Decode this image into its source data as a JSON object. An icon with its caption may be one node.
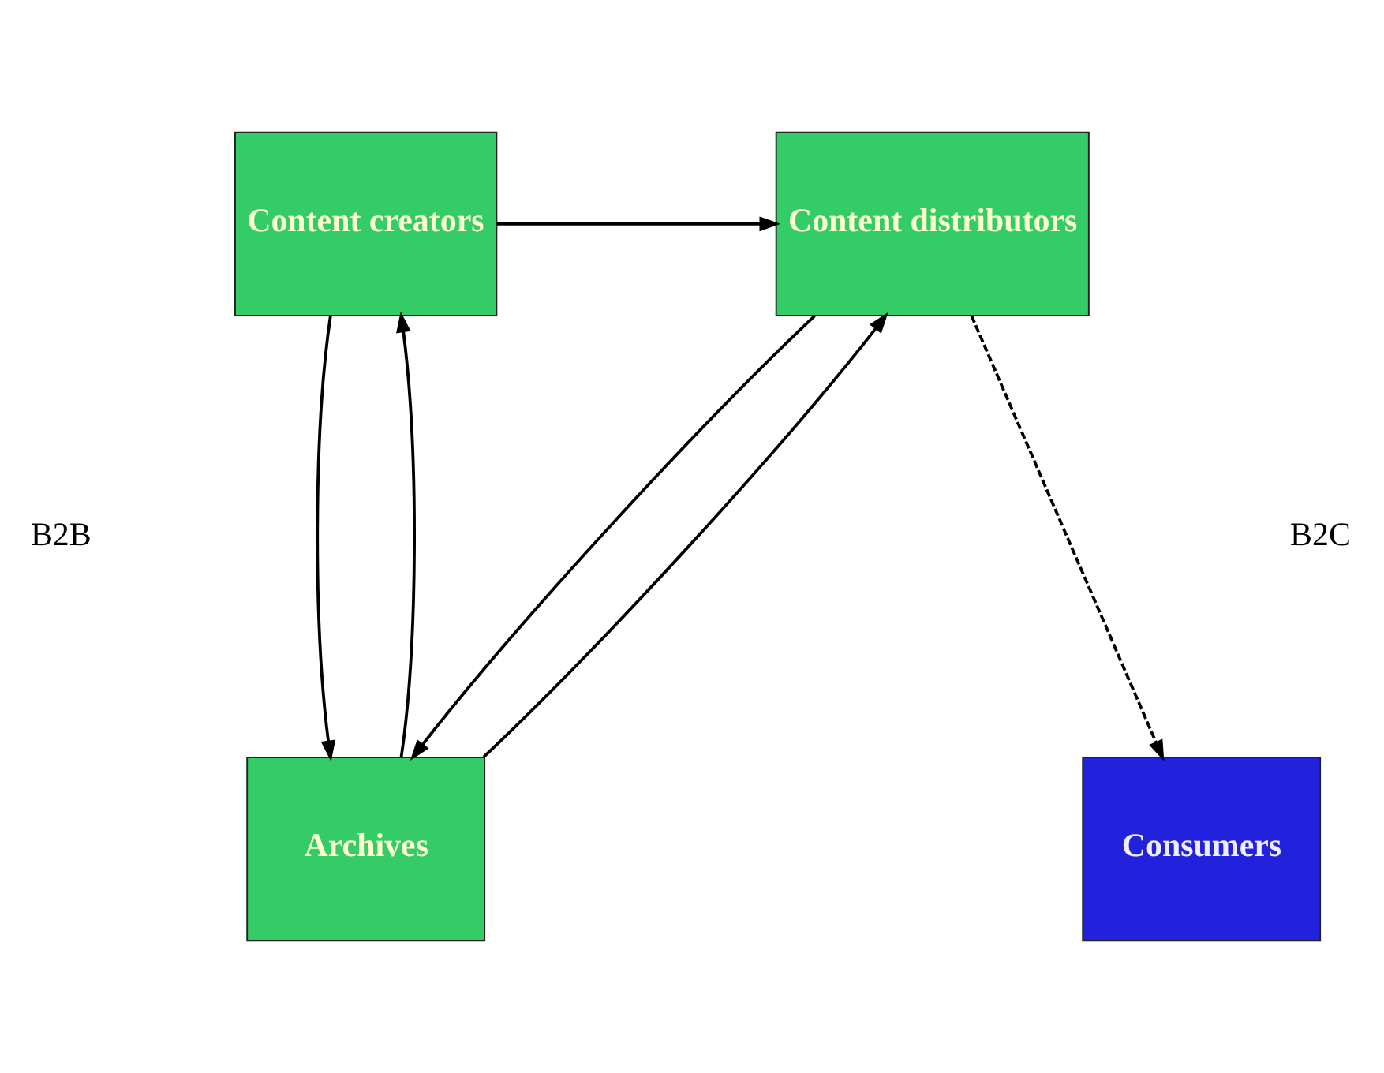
{
  "diagram": {
    "nodes": [
      {
        "text": [
          "Content creators"
        ]
      },
      {
        "text": [
          "Content distributors"
        ]
      },
      {
        "text": [
          "Archives"
        ]
      },
      {
        "text": [
          "Consumers"
        ]
      }
    ],
    "edges": [
      {
        "from": 0,
        "to": 1,
        "arrow": "to"
      },
      {
        "from": 0,
        "to": 2,
        "arrow": "to"
      },
      {
        "from": 2,
        "to": 0,
        "arrow": "to"
      },
      {
        "from": 1,
        "to": 2,
        "arrow": "to"
      },
      {
        "from": 2,
        "to": 1,
        "arrow": "to"
      },
      {
        "from": 1,
        "to": 3,
        "arrow": "to",
        "style": "dashed"
      }
    ],
    "labels": [
      "B2B",
      "B2C"
    ]
  }
}
